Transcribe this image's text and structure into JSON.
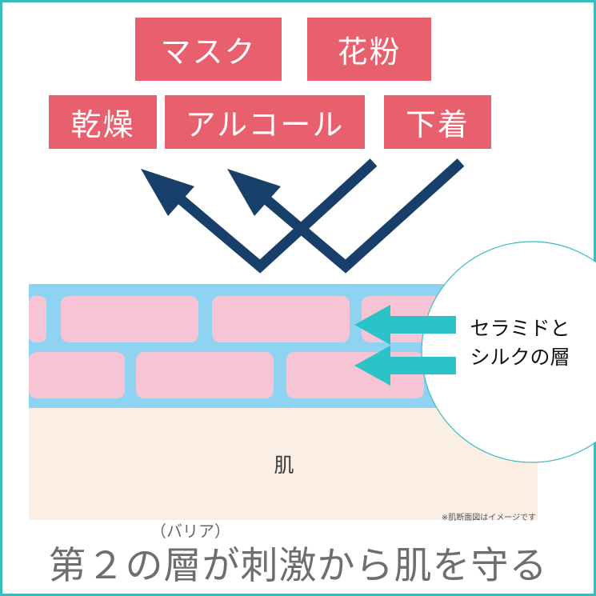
{
  "irritants": [
    "マスク",
    "花粉",
    "乾燥",
    "アルコール",
    "下着"
  ],
  "barrier": {
    "label_line1": "セラミドと",
    "label_line2": "シルクの層"
  },
  "skin": {
    "label": "肌",
    "note": "※肌断面図はイメージです"
  },
  "caption": {
    "ruby": "（バリア）",
    "text": "第２の層が刺激から肌を守る"
  },
  "colors": {
    "tag": "#e8606e",
    "arrow": "#183f6a",
    "barrier_arrow": "#2bc3c8",
    "barrier": "#8fd3f3",
    "cell": "#f7c4d6",
    "skin": "#fbeee5",
    "frame": "#3bbcbc"
  }
}
